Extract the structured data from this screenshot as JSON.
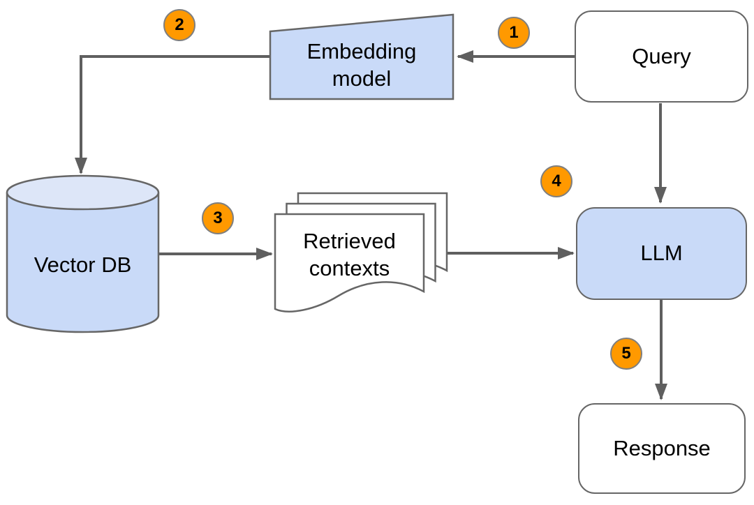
{
  "diagram": {
    "background": "#ffffff",
    "nodes": {
      "query": {
        "label": "Query",
        "shape": "rounded-rect",
        "fill": "#ffffff"
      },
      "embedding_model": {
        "label": "Embedding model",
        "shape": "manual-input-trapezoid",
        "fill": "#c9daf8"
      },
      "vector_db": {
        "label": "Vector DB",
        "shape": "cylinder",
        "fill": "#c9daf8"
      },
      "retrieved_contexts": {
        "label": "Retrieved contexts",
        "shape": "document-stack",
        "fill": "#ffffff"
      },
      "llm": {
        "label": "LLM",
        "shape": "rounded-rect",
        "fill": "#c9daf8"
      },
      "response": {
        "label": "Response",
        "shape": "rounded-rect",
        "fill": "#ffffff"
      }
    },
    "steps": [
      {
        "n": "1",
        "edge": "query to embedding_model"
      },
      {
        "n": "2",
        "edge": "embedding_model to vector_db"
      },
      {
        "n": "3",
        "edge": "vector_db to retrieved_contexts"
      },
      {
        "n": "4",
        "edge": "retrieved_contexts to llm"
      },
      {
        "n": "5",
        "edge": "llm to response"
      }
    ],
    "colors": {
      "node_fill_blue": "#c9daf8",
      "cylinder_top_fill": "#dde6f8",
      "node_stroke": "#666666",
      "arrow": "#5f5f5f",
      "badge_fill": "#ff9900",
      "badge_stroke": "#7f7f7f",
      "text": "#000000"
    }
  }
}
